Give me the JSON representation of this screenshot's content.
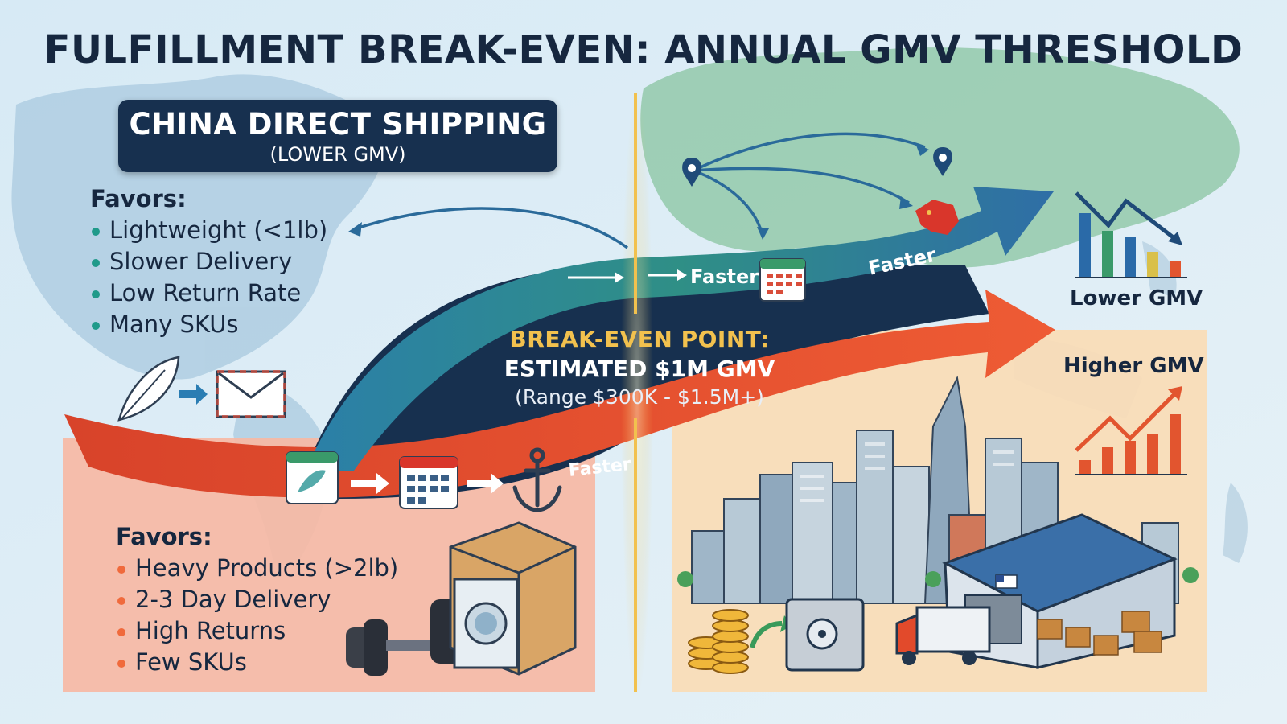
{
  "title": "FULFILLMENT BREAK-EVEN: ANNUAL GMV THRESHOLD",
  "china_direct": {
    "heading": "CHINA DIRECT SHIPPING",
    "subheading": "(LOWER GMV)",
    "favors_label": "Favors:",
    "items": [
      "Lightweight (<1lb)",
      "Slower Delivery",
      "Low Return Rate",
      "Many SKUs"
    ]
  },
  "domestic": {
    "favors_label": "Favors:",
    "items": [
      "Heavy Products (>2lb)",
      "2-3 Day Delivery",
      "High Returns",
      "Few SKUs"
    ]
  },
  "break_even": {
    "label": "BREAK-EVEN POINT:",
    "estimate": "ESTIMATED $1M GMV",
    "range": "(Range $300K - $1.5M+)"
  },
  "arrow_labels": {
    "faster_1": "Faster",
    "faster_2": "Faster",
    "faster_3": "Faster"
  },
  "right_labels": {
    "lower_gmv": "Lower GMV",
    "higher_gmv": "Higher GMV"
  },
  "colors": {
    "navy": "#16273f",
    "teal_dot": "#1f9a8a",
    "orange_dot": "#f06a3c",
    "orange_arrow": "#e8552f",
    "blue_arrow": "#2a6a9a",
    "gold_line": "#f2c14e",
    "salmon_panel": "#f6b9a4",
    "peach_panel": "#f9dcb7"
  }
}
